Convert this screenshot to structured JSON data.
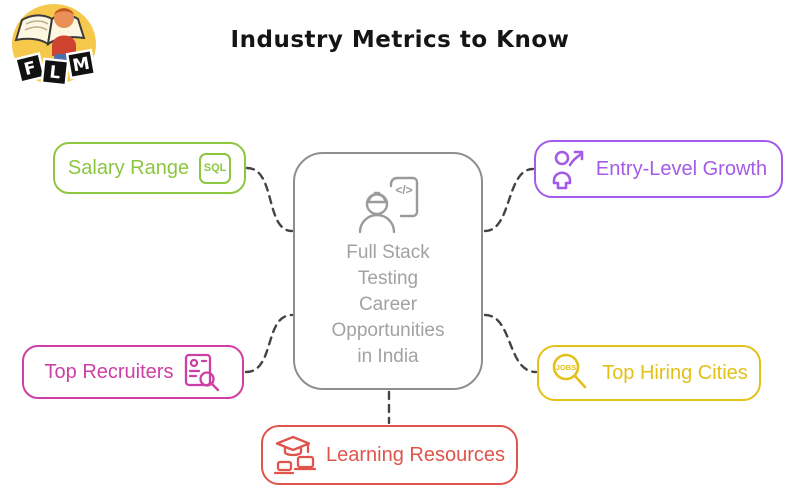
{
  "header": {
    "title": "Industry Metrics to Know",
    "logo": {
      "letters": [
        "F",
        "L",
        "M"
      ],
      "description": "child reading book logo"
    }
  },
  "center_node": {
    "lines": [
      "Full Stack",
      "Testing",
      "Career",
      "Opportunities",
      "in India"
    ],
    "label": "Full Stack Testing Career Opportunities in India",
    "icon": "engineer-code-document-icon",
    "code_glyph": "</>",
    "border_color": "#8e8e8e",
    "text_color": "#a2a2a2"
  },
  "nodes": {
    "salary_range": {
      "label": "Salary Range",
      "icon": "sql-badge-icon",
      "icon_text": "SQL",
      "color": "#8dc63f"
    },
    "entry_level_growth": {
      "label": "Entry-Level Growth",
      "icon": "person-growth-arrow-icon",
      "color": "#a35be8"
    },
    "top_recruiters": {
      "label": "Top Recruiters",
      "icon": "resume-search-icon",
      "color": "#cd3fa4"
    },
    "top_hiring_cities": {
      "label": "Top Hiring Cities",
      "icon": "jobs-magnifier-icon",
      "icon_text": "JOBS",
      "color": "#e3c119"
    },
    "learning_resources": {
      "label": "Learning Resources",
      "icon": "graduation-laptops-icon",
      "color": "#e0544b"
    }
  },
  "connector_color": "#444444"
}
